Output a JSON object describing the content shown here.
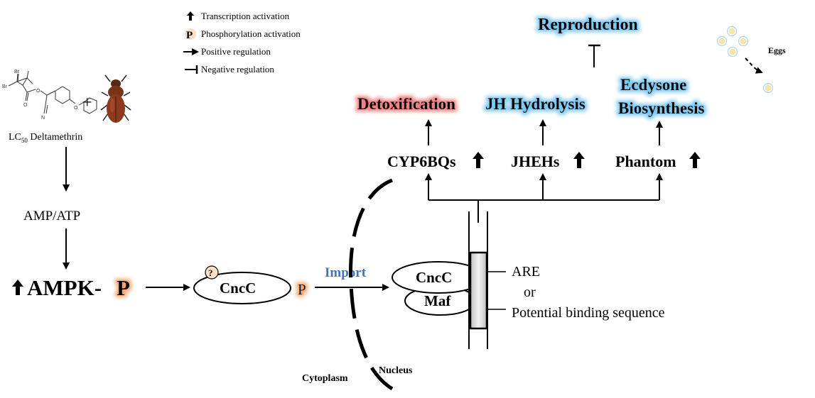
{
  "legend": {
    "transcription": "Transcription activation",
    "phosphorylation": "Phosphorylation activation",
    "phosphorylation_symbol": "P",
    "positive": "Positive regulation",
    "negative": "Negative regulation"
  },
  "stimulus": {
    "plus": "+",
    "lc": "LC",
    "lc_sub": "50",
    "compound": " Deltamethrin",
    "structure_labels": {
      "br1": "Br",
      "br2": "Br",
      "o1": "O",
      "o2": "O",
      "o3": "O",
      "n": "N"
    }
  },
  "pathway": {
    "amp_atp": "AMP/ATP",
    "ampk": "AMPK-",
    "ampk_p": "P",
    "cncc_question": "?",
    "cncc": "CncC",
    "cncc_p": "P",
    "import": "Import",
    "nuclear_cncc": "CncC",
    "maf": "Maf",
    "are": "ARE",
    "or": "or",
    "binding": "Potential binding sequence",
    "cytoplasm": "Cytoplasm",
    "nucleus": "Nucleus"
  },
  "genes": {
    "cyp": "CYP6BQs",
    "jheh": "JHEHs",
    "phantom": "Phantom"
  },
  "outcomes": {
    "detox": "Detoxification",
    "jh": "JH Hydrolysis",
    "ecdysone_1": "Ecdysone",
    "ecdysone_2": "Biosynthesis",
    "reproduction": "Reproduction",
    "eggs": "Eggs"
  },
  "colors": {
    "phospho_glow": "#f4a46e",
    "red_glow": "#f08080",
    "blue_glow": "#7ec8f0",
    "import_text": "#4472c4",
    "egg_ring": "#a9cdf0",
    "egg_fill": "#f3e6a8",
    "box_fill": "#d9d9d9"
  }
}
